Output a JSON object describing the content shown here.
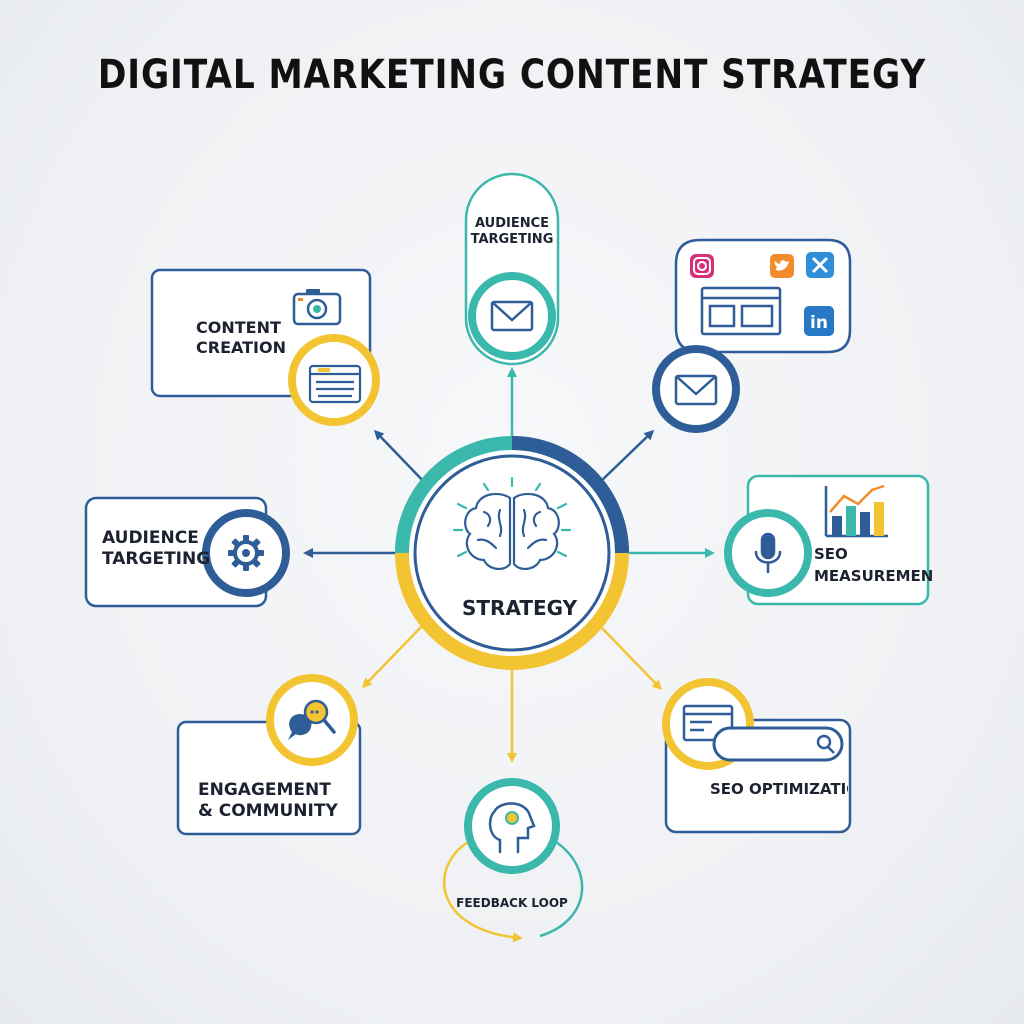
{
  "title": "DIGITAL MARKETING CONTENT STRATEGY",
  "center": {
    "label": "STRATEGY",
    "icon": "brain-icon"
  },
  "nodes": [
    {
      "id": "top",
      "lines": [
        "AUDIENCE",
        "TARGETING"
      ],
      "icon": "envelope-icon"
    },
    {
      "id": "top-right",
      "lines": [
        ""
      ],
      "icon": "envelope-icon",
      "panel_icons": [
        "instagram-icon",
        "twitter-icon",
        "x-icon",
        "browser-window-icon",
        "linkedin-icon"
      ]
    },
    {
      "id": "right",
      "lines": [
        "SEO",
        "MEASUREMEN"
      ],
      "icon": "microphone-icon",
      "panel_icons": [
        "bar-chart-icon"
      ]
    },
    {
      "id": "bottom-right",
      "lines": [
        "SEO OPTIMIZATION"
      ],
      "icon": "browser-window-icon",
      "panel_icons": [
        "search-bar-icon"
      ]
    },
    {
      "id": "bottom",
      "lines": [
        "FEEDBACK LOOP"
      ],
      "icon": "head-icon"
    },
    {
      "id": "bottom-left",
      "lines": [
        "ENGAGEMENT",
        "& COMMUNITY"
      ],
      "icon": "chat-search-icon"
    },
    {
      "id": "left",
      "lines": [
        "AUDIENCE",
        "TARGETING"
      ],
      "icon": "gear-icon"
    },
    {
      "id": "top-left",
      "lines": [
        "CONTENT",
        "CREATION"
      ],
      "icon": "keyboard-icon",
      "panel_icons": [
        "camera-icon"
      ]
    }
  ],
  "colors": {
    "teal": "#3bb8ac",
    "navy": "#2f5d97",
    "yellow": "#f3c431",
    "text": "#1c2230"
  }
}
